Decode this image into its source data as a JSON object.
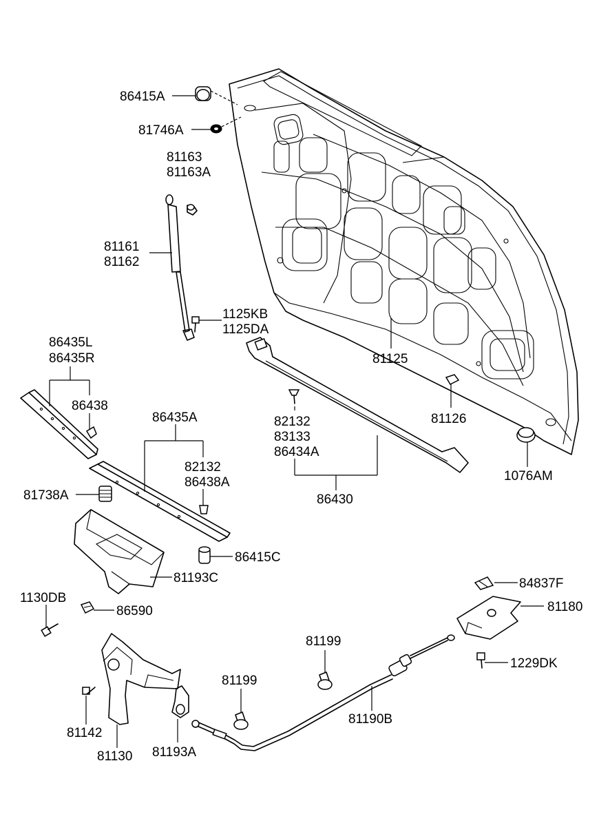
{
  "diagram": {
    "labels": {
      "l86415A": "86415A",
      "l81746A": "81746A",
      "l81163": "81163",
      "l81163A": "81163A",
      "l81161": "81161",
      "l81162": "81162",
      "l1125KB": "1125KB",
      "l1125DA": "1125DA",
      "l81125": "81125",
      "l81126": "81126",
      "l1076AM": "1076AM",
      "l86435L": "86435L",
      "l86435R": "86435R",
      "l86438": "86438",
      "l86435A": "86435A",
      "l82132a": "82132",
      "l86438A": "86438A",
      "l82132b": "82132",
      "l83133": "83133",
      "l86434A": "86434A",
      "l86430": "86430",
      "l81738A": "81738A",
      "l86415C": "86415C",
      "l81193C": "81193C",
      "l84837F": "84837F",
      "l81180": "81180",
      "l1130DB": "1130DB",
      "l86590": "86590",
      "l81199a": "81199",
      "l81199b": "81199",
      "l1229DK": "1229DK",
      "l81190B": "81190B",
      "l81142": "81142",
      "l81130": "81130",
      "l81193A": "81193A"
    }
  }
}
